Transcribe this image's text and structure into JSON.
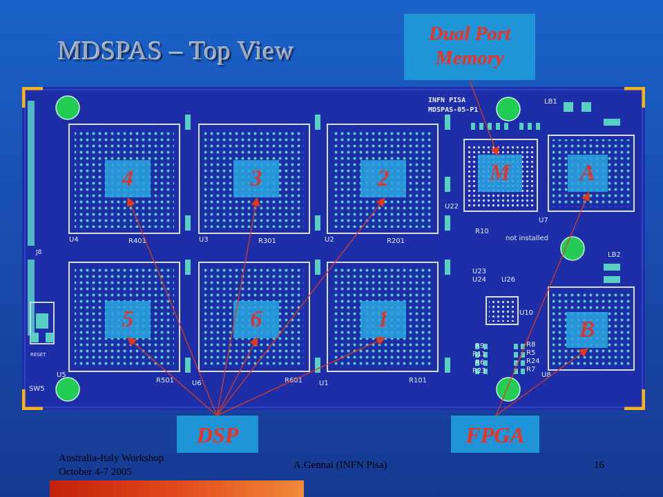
{
  "slide": {
    "title": "MDSPAS – Top View",
    "page_number": "16"
  },
  "callouts": {
    "memory_line1": "Dual Port",
    "memory_line2": "Memory",
    "dsp": "DSP",
    "fpga": "FPGA"
  },
  "board": {
    "silkscreen_line1": "INFN PISA",
    "silkscreen_line2": "MDSPAS-05-P1",
    "chips": [
      "4",
      "3",
      "2",
      "5",
      "6",
      "1"
    ],
    "memory_chip": "M",
    "fpga_chips": [
      "A",
      "B"
    ],
    "refdes": {
      "u4": "U4",
      "u3": "U3",
      "u2": "U2",
      "u5": "U5",
      "u6": "U6",
      "u1": "U1",
      "u22": "U22",
      "u7": "U7",
      "u8": "U8",
      "u10": "U10",
      "r401": "R401",
      "r301": "R301",
      "r201": "R201",
      "r501": "R501",
      "r601": "R601",
      "r101": "R101",
      "r10": "R10",
      "r9": "R9",
      "r11": "R11",
      "r6": "R6",
      "r23": "R23",
      "r8": "R8",
      "r5": "R5",
      "r24": "R24",
      "r7": "R7",
      "lb1": "LB1",
      "lb2": "LB2",
      "j8": "J8",
      "sw5": "SW5",
      "reset": "RESET",
      "u23": "U23",
      "u24": "U24",
      "u26": "U26",
      "not_installed": "not installed"
    }
  },
  "footer": {
    "workshop_line1": "Australia-Italy Workshop",
    "workshop_line2": "October 4-7 2005",
    "author": "A.Gennai (INFN Pisa)"
  },
  "colors": {
    "background": "#1a5cc0",
    "pcb": "#1d2ea8",
    "pad": "#55c8c0",
    "callout": "#1f95d8",
    "callout_text": "#f03020",
    "arrow": "#e03a1a",
    "mount_hole": "#22cc55",
    "corner_bracket": "#f5b21c"
  }
}
